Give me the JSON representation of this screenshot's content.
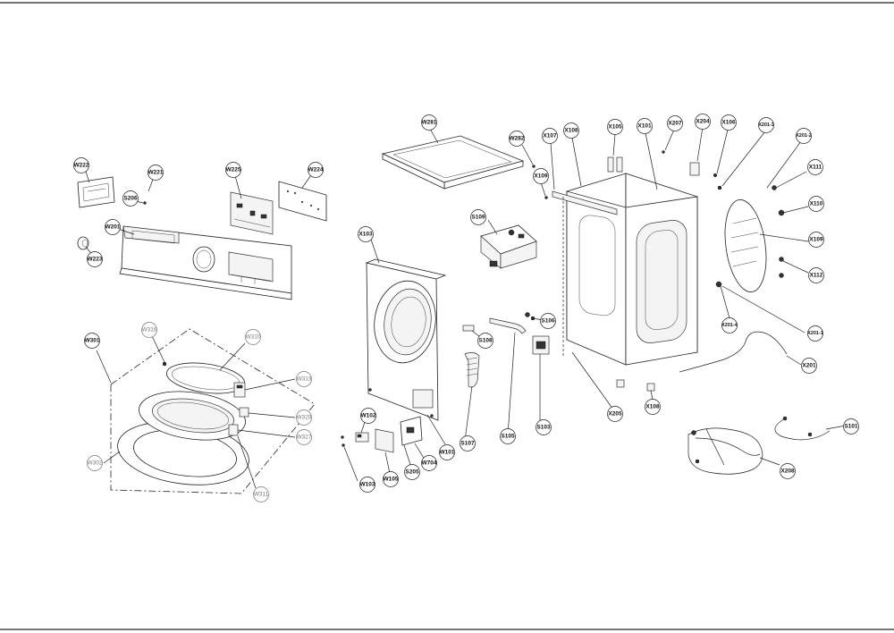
{
  "callouts": {
    "W222": "W222",
    "W221": "W221",
    "S206": "S206",
    "W225": "W225",
    "W224": "W224",
    "W201": "W201",
    "W223": "W223",
    "W301": "W301",
    "W316": "W316",
    "W310": "W310",
    "W313": "W313",
    "W329": "W329",
    "W327": "W327",
    "W302": "W302",
    "W311": "W311",
    "W281": "W281",
    "W282": "W282",
    "X107": "X107",
    "X108t": "X108",
    "X109": "X109",
    "X105": "X105",
    "X101": "X101",
    "X207": "X207",
    "X204": "X204",
    "X106": "X106",
    "X201_3": "X201-3",
    "X201_2": "X201-2",
    "X111": "X111",
    "X110": "X110",
    "X103": "X103",
    "S109": "S109",
    "S106": "S106",
    "S108": "S108",
    "S107": "S107",
    "S105": "S105",
    "S103": "S103",
    "X205": "X205",
    "X108b": "X108",
    "X201_4": "X201-4",
    "X112": "X112",
    "X201_1": "X201-1",
    "X201": "X201",
    "W102": "W102",
    "W103": "W103",
    "W105": "W105",
    "S205": "S205",
    "W704": "W704",
    "W101": "W101",
    "S101": "S101",
    "X208": "X208"
  }
}
